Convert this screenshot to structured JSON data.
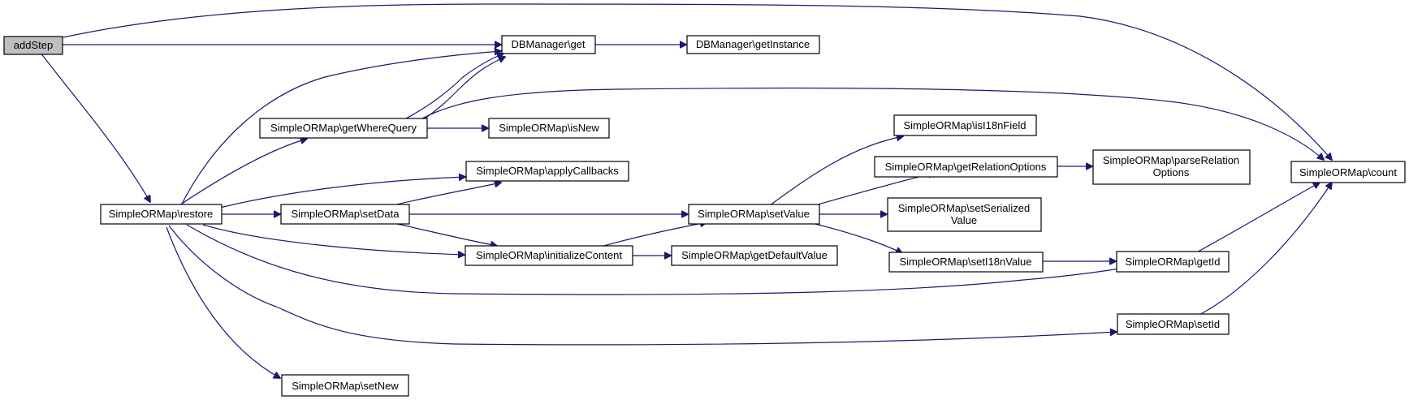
{
  "nodes": {
    "addStep": "addStep",
    "dbGet": "DBManager\\get",
    "dbGetInstance": "DBManager\\getInstance",
    "getWhereQuery": "SimpleORMap\\getWhereQuery",
    "isNew": "SimpleORMap\\isNew",
    "applyCallbacks": "SimpleORMap\\applyCallbacks",
    "restore": "SimpleORMap\\restore",
    "setData": "SimpleORMap\\setData",
    "setValue": "SimpleORMap\\setValue",
    "initializeContent": "SimpleORMap\\initializeContent",
    "getDefaultValue": "SimpleORMap\\getDefaultValue",
    "isI18nField": "SimpleORMap\\isI18nField",
    "getRelationOptions": "SimpleORMap\\getRelationOptions",
    "parseRelationOptions": [
      "SimpleORMap\\parseRelation",
      "Options"
    ],
    "setSerializedValue": [
      "SimpleORMap\\setSerialized",
      "Value"
    ],
    "setI18nValue": "SimpleORMap\\setI18nValue",
    "getId": "SimpleORMap\\getId",
    "setId": "SimpleORMap\\setId",
    "setNew": "SimpleORMap\\setNew",
    "count": "SimpleORMap\\count"
  },
  "colors": {
    "edge": "#191970",
    "root_fill": "#bfbfbf",
    "node_fill": "#ffffff",
    "node_stroke": "#000000"
  }
}
